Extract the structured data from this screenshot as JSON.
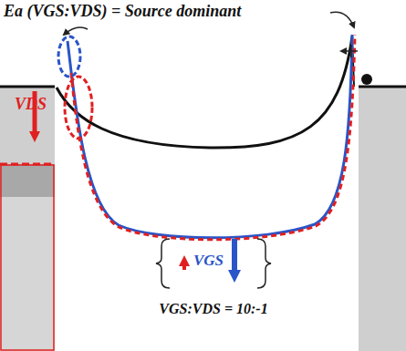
{
  "diagram": {
    "title": "Ea (VGS:VDS) = Source dominant",
    "labels": [
      "VDS",
      "VGS",
      "VGS:VDS = 10:-1"
    ]
  }
}
